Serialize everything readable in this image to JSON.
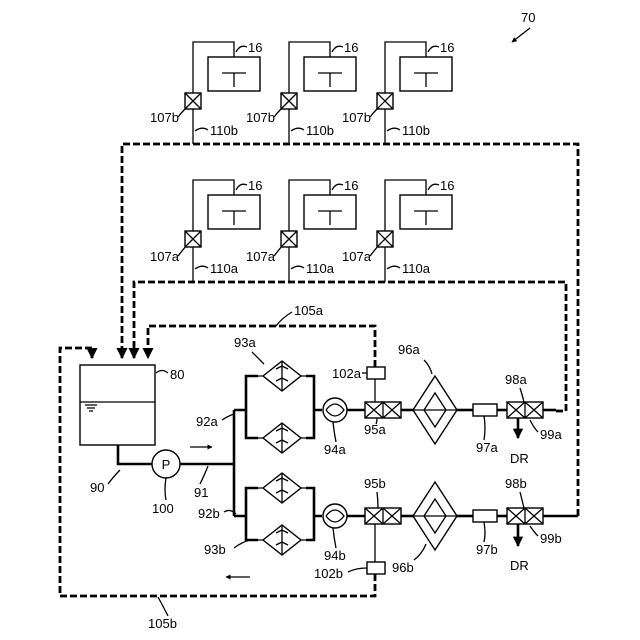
{
  "labels": {
    "system": "70",
    "chamber": "16",
    "valve_upper": "107b",
    "line_upper": "110b",
    "valve_lower": "107a",
    "line_lower": "110a",
    "return_a": "105a",
    "return_b": "105b",
    "tank": "80",
    "supply": "90",
    "pump_symbol": "P",
    "pump": "100",
    "pump_out": "91",
    "branch_a": "92a",
    "branch_b": "92b",
    "filter_a": "93a",
    "filter_b": "93b",
    "flowmeter_a": "94a",
    "flowmeter_b": "94b",
    "valve_a": "95a",
    "valve_b": "95b",
    "exchanger_a": "96a",
    "exchanger_b": "96b",
    "sensor_a": "97a",
    "sensor_b": "97b",
    "drain_valve_a": "98a",
    "drain_valve_b": "98b",
    "drain_line_a": "99a",
    "drain_line_b": "99b",
    "sensor_top_a": "102a",
    "sensor_bot_b": "102b",
    "drain_a": "DR",
    "drain_b": "DR"
  }
}
